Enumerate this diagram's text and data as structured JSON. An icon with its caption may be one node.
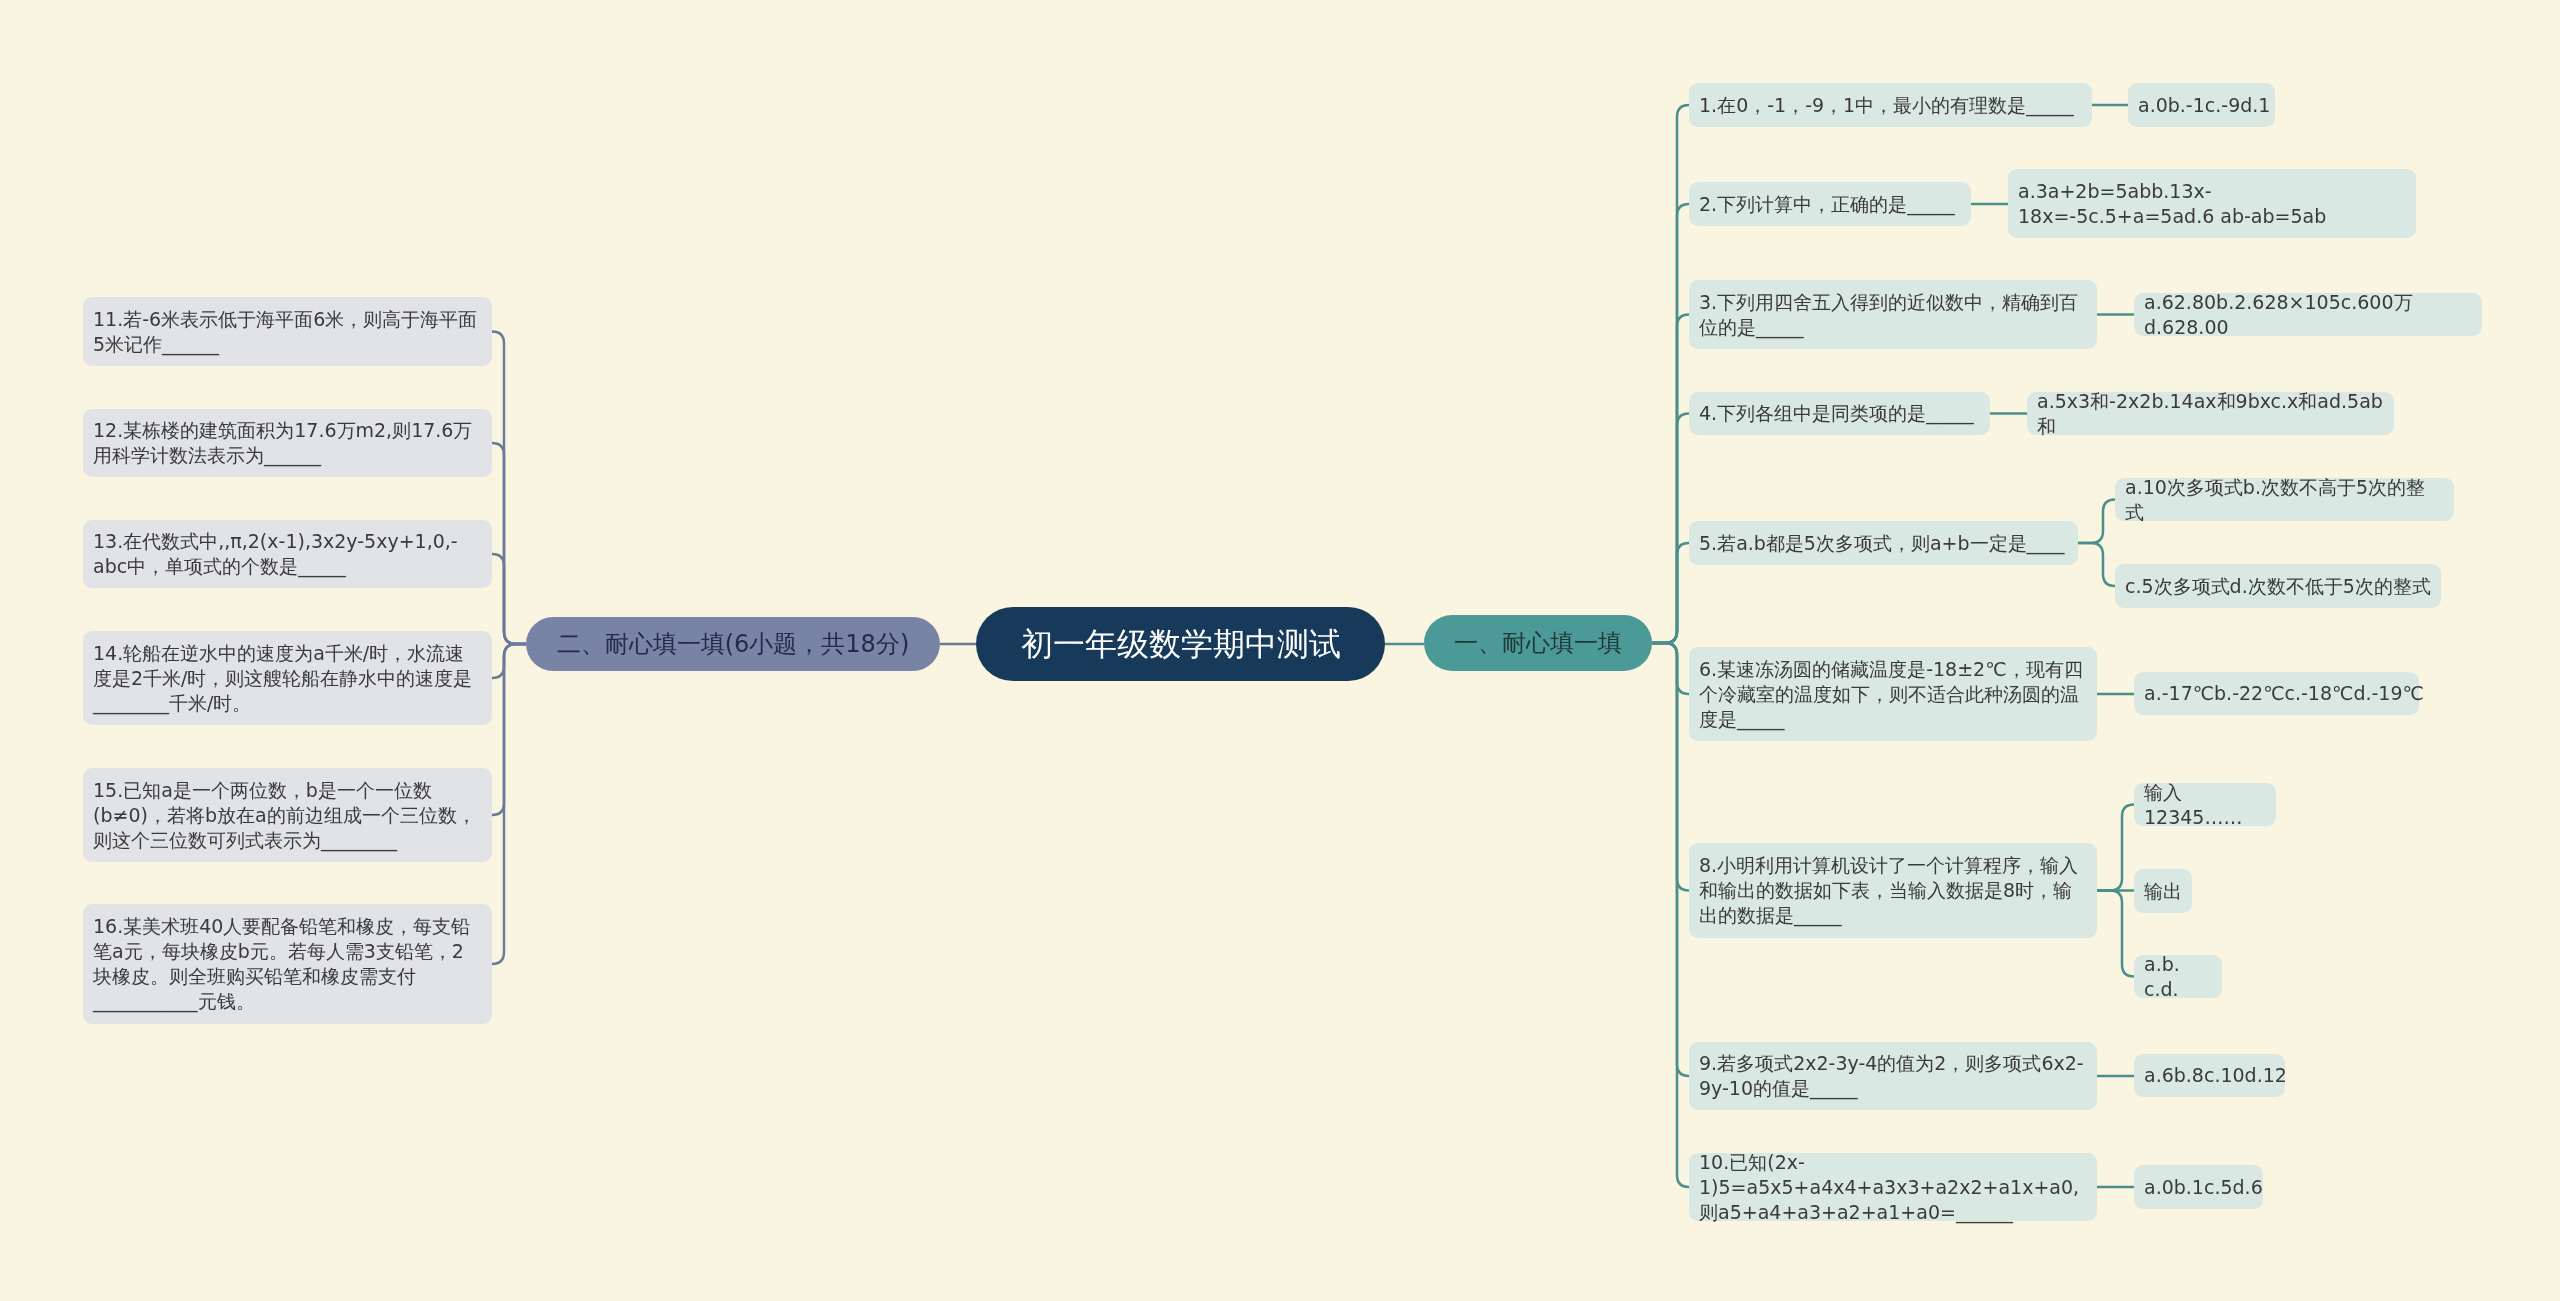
{
  "diagram": {
    "nodes": [
      {
        "text": [
          "初一年级数学期中测试"
        ]
      },
      {
        "text": [
          "一、耐心填一填"
        ]
      },
      {
        "text": [
          "1.在0，-1，-9，1中，最小的有理数是_____"
        ]
      },
      {
        "text": [
          "a.0b.-1c.-9d.1"
        ]
      },
      {
        "text": [
          "2.下列计算中，正确的是_____"
        ]
      },
      {
        "text": [
          "a.3a+2b=5abb.13x-18x=-5c.5+a=5ad.6 ab-ab=5ab"
        ]
      },
      {
        "text": [
          "3.下列用四舍五入得到的近似数中，精确到百位的是_____"
        ]
      },
      {
        "text": [
          "a.62.80b.2.628×105c.600万d.628.00"
        ]
      },
      {
        "text": [
          "4.下列各组中是同类项的是_____"
        ]
      },
      {
        "text": [
          "a.5x3和-2x2b.14ax和9bxc.x和ad.5ab和"
        ]
      },
      {
        "text": [
          "5.若a.b都是5次多项式，则a+b一定是____"
        ]
      },
      {
        "text": [
          "a.10次多项式b.次数不高于5次的整式"
        ]
      },
      {
        "text": [
          "c.5次多项式d.次数不低于5次的整式"
        ]
      },
      {
        "text": [
          "6.某速冻汤圆的储藏温度是-18±2℃，现有四个冷藏室的温度如下，则不适合此种汤圆的温度是_____"
        ]
      },
      {
        "text": [
          "a.-17℃b.-22℃c.-18℃d.-19℃"
        ]
      },
      {
        "text": [
          "8.小明利用计算机设计了一个计算程序，输入和输出的数据如下表，当输入数据是8时，输出的数据是_____"
        ]
      },
      {
        "text": [
          "输入12345……"
        ]
      },
      {
        "text": [
          "输出"
        ]
      },
      {
        "text": [
          "a.b. c.d."
        ]
      },
      {
        "text": [
          "9.若多项式2x2-3y-4的值为2，则多项式6x2-9y-10的值是_____"
        ]
      },
      {
        "text": [
          "a.6b.8c.10d.12"
        ]
      },
      {
        "text": [
          "10.已知(2x-1)5=a5x5+a4x4+a3x3+a2x2+a1x+a0,则a5+a4+a3+a2+a1+a0=______"
        ]
      },
      {
        "text": [
          "a.0b.1c.5d.6"
        ]
      },
      {
        "text": [
          "二、耐心填一填(6小题，共18分)"
        ]
      },
      {
        "text": [
          "11.若-6米表示低于海平面6米，则高于海平面5米记作______"
        ]
      },
      {
        "text": [
          "12.某栋楼的建筑面积为17.6万m2,则17.6万用科学计数法表示为______"
        ]
      },
      {
        "text": [
          "13.在代数式中,,π,2(x-1),3x2y-5xy+1,0,-abc中，单项式的个数是_____"
        ]
      },
      {
        "text": [
          "14.轮船在逆水中的速度为a千米/时，水流速度是2千米/时，则这艘轮船在静水中的速度是________千米/时。"
        ]
      },
      {
        "text": [
          "15.已知a是一个两位数，b是一个一位数(b≠0)，若将b放在a的前边组成一个三位数，则这个三位数可列式表示为________"
        ]
      },
      {
        "text": [
          "16.某美术班40人要配备铅笔和橡皮，每支铅笔a元，每块橡皮b元。若每人需3支铅笔，2块橡皮。则全班购买铅笔和橡皮需支付___________元钱。"
        ]
      }
    ],
    "edges": [
      {
        "from": 0,
        "to": 1,
        "arrow": "none"
      },
      {
        "from": 0,
        "to": 23,
        "arrow": "none",
        "color": "#6b7a9b"
      },
      {
        "from": 1,
        "to": 2,
        "arrow": "none"
      },
      {
        "from": 1,
        "to": 4,
        "arrow": "none"
      },
      {
        "from": 1,
        "to": 6,
        "arrow": "none"
      },
      {
        "from": 1,
        "to": 8,
        "arrow": "none"
      },
      {
        "from": 1,
        "to": 10,
        "arrow": "none"
      },
      {
        "from": 1,
        "to": 13,
        "arrow": "none"
      },
      {
        "from": 1,
        "to": 15,
        "arrow": "none"
      },
      {
        "from": 1,
        "to": 19,
        "arrow": "none"
      },
      {
        "from": 1,
        "to": 21,
        "arrow": "none"
      },
      {
        "from": 2,
        "to": 3,
        "arrow": "none"
      },
      {
        "from": 4,
        "to": 5,
        "arrow": "none"
      },
      {
        "from": 6,
        "to": 7,
        "arrow": "none"
      },
      {
        "from": 8,
        "to": 9,
        "arrow": "none"
      },
      {
        "from": 10,
        "to": 11,
        "arrow": "none"
      },
      {
        "from": 10,
        "to": 12,
        "arrow": "none"
      },
      {
        "from": 13,
        "to": 14,
        "arrow": "none"
      },
      {
        "from": 15,
        "to": 16,
        "arrow": "none"
      },
      {
        "from": 15,
        "to": 17,
        "arrow": "none"
      },
      {
        "from": 15,
        "to": 18,
        "arrow": "none"
      },
      {
        "from": 19,
        "to": 20,
        "arrow": "none"
      },
      {
        "from": 21,
        "to": 22,
        "arrow": "none"
      },
      {
        "from": 23,
        "to": 24,
        "arrow": "none",
        "color": "#6b7a9b"
      },
      {
        "from": 23,
        "to": 25,
        "arrow": "none",
        "color": "#6b7a9b"
      },
      {
        "from": 23,
        "to": 26,
        "arrow": "none",
        "color": "#6b7a9b"
      },
      {
        "from": 23,
        "to": 27,
        "arrow": "none",
        "color": "#6b7a9b"
      },
      {
        "from": 23,
        "to": 28,
        "arrow": "none",
        "color": "#6b7a9b"
      },
      {
        "from": 23,
        "to": 29,
        "arrow": "none",
        "color": "#6b7a9b"
      }
    ]
  }
}
